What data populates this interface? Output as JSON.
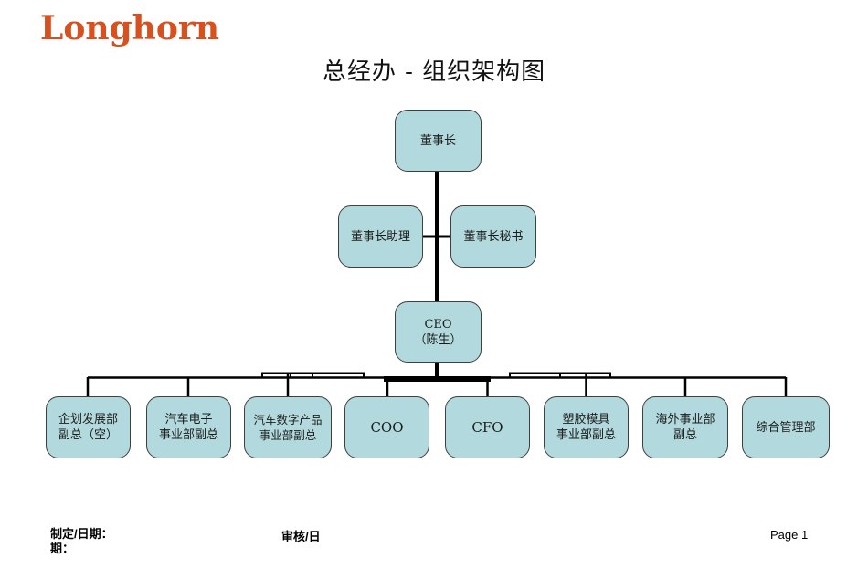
{
  "logo": {
    "text": "Longhorn"
  },
  "title": "总经办 - 组织架构图",
  "colors": {
    "logo_orange": "#D8501E",
    "box_fill": "#B2D9DD",
    "box_border": "#3F3F3F",
    "connector": "#000000",
    "background": "#FFFFFF"
  },
  "nodes": {
    "chairman": "董事长",
    "assistant": "董事长助理",
    "secretary": "董事长秘书",
    "ceo": "CEO\n（陈生）",
    "planning": "企划发展部\n副总（空）",
    "auto_electronics": "汽车电子\n事业部副总",
    "auto_digital": "汽车数字产品\n事业部副总",
    "coo": "COO",
    "cfo": "CFO",
    "plastic_mold": "塑胶模具\n事业部副总",
    "overseas": "海外事业部\n副总",
    "general_admin": "综合管理部"
  },
  "footer": {
    "left": "制定/日期：\n期：",
    "center": "审核/日",
    "right": "Page 1"
  }
}
